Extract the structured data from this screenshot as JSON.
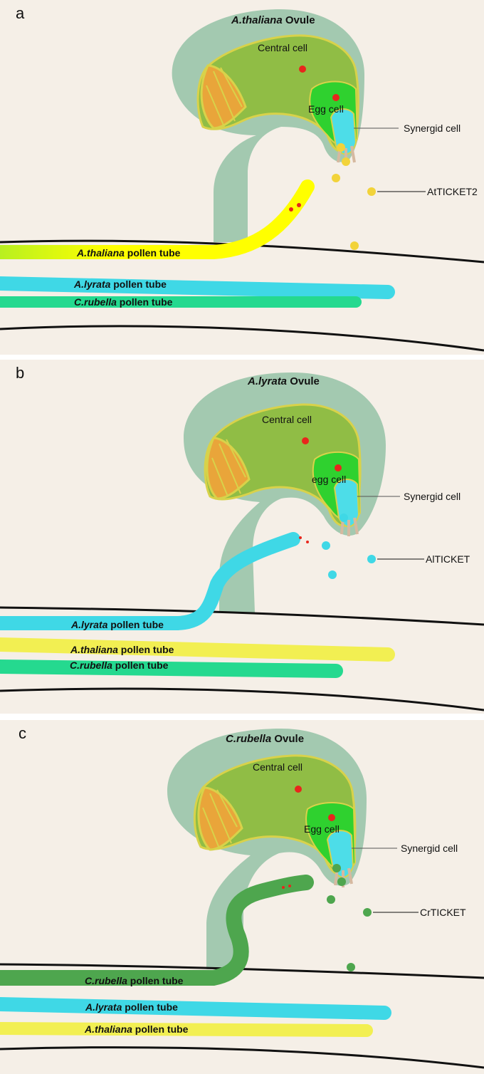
{
  "colors": {
    "background": "#f5efe7",
    "ovule_tissue": "#a3c9b0",
    "central_cell": "#90bd45",
    "egg_cell": "#2fd12f",
    "synergid": "#4ddde8",
    "antipodal": "#e9a53a",
    "cell_border": "#d8d24a",
    "nucleus": "#e8261c",
    "thaliana_tube": "#f2ef52",
    "thaliana_tube_bright": "#ffff00",
    "lyrata_tube": "#3fd8e6",
    "rubella_tube": "#25d98f",
    "rubella_tube_dark": "#4ea64e",
    "atticket2": "#f2d33a",
    "alticket": "#3fd8e6",
    "crticket": "#4ea64e",
    "funiculus_line": "#111111"
  },
  "panels": [
    {
      "letter": "a",
      "ovule": {
        "species": "A.thaliana",
        "suffix": " Ovule"
      },
      "central_cell": "Central cell",
      "egg_cell": "Egg cell",
      "synergid": "Synergid cell",
      "peptide": "AtTICKET2",
      "tubes": [
        {
          "species": "A.thaliana",
          "suffix": " pollen tube"
        },
        {
          "species": "A.lyrata",
          "suffix": " pollen tube"
        },
        {
          "species": "C.rubella",
          "suffix": " pollen tube"
        }
      ]
    },
    {
      "letter": "b",
      "ovule": {
        "species": "A.lyrata",
        "suffix": " Ovule"
      },
      "central_cell": "Central cell",
      "egg_cell": "egg cell",
      "synergid": "Synergid cell",
      "peptide": "AlTICKET",
      "tubes": [
        {
          "species": "A.lyrata",
          "suffix": " pollen tube"
        },
        {
          "species": "A.thaliana",
          "suffix": " pollen tube"
        },
        {
          "species": "C.rubella",
          "suffix": " pollen tube"
        }
      ]
    },
    {
      "letter": "c",
      "ovule": {
        "species": "C.rubella",
        "suffix": " Ovule"
      },
      "central_cell": "Central cell",
      "egg_cell": "Egg cell",
      "synergid": "Synergid cell",
      "peptide": "CrTICKET",
      "tubes": [
        {
          "species": "C.rubella",
          "suffix": " pollen tube"
        },
        {
          "species": "A.lyrata",
          "suffix": " pollen tube"
        },
        {
          "species": "A.thaliana",
          "suffix": " pollen tube"
        }
      ]
    }
  ]
}
